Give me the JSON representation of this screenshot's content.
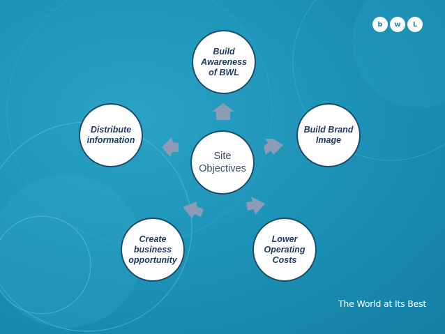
{
  "diagram": {
    "center": "Site\nObjectives",
    "objectives": {
      "awareness": "Build\nAwareness\nof BWL",
      "brand": "Build Brand\nImage",
      "costs": "Lower\nOperating\nCosts",
      "opportunity": "Create\nbusiness\nopportunity",
      "distribute": "Distribute\ninformation"
    }
  },
  "branding": {
    "logo_letters": [
      "b",
      "w",
      "L"
    ],
    "tagline": "The World at Its Best"
  },
  "colors": {
    "background": "#1d93b8",
    "circle_fill": "#ffffff",
    "circle_border": "#1b4d6b",
    "label_text": "#1f3b63",
    "arrow": "#8c9cb4"
  }
}
